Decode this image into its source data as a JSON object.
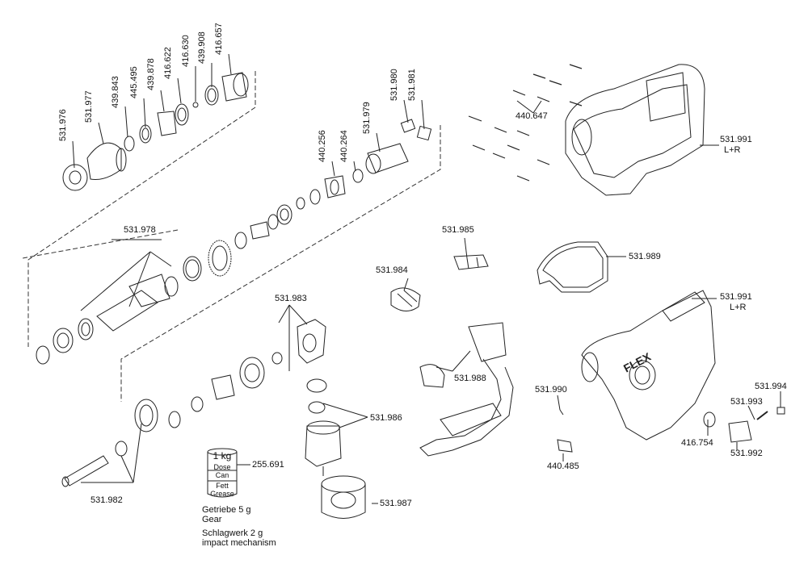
{
  "parts": {
    "p531976": "531.976",
    "p531977": "531.977",
    "p439843": "439.843",
    "p445495": "445.495",
    "p439878": "439.878",
    "p416622": "416.622",
    "p416630": "416.630",
    "p439908": "439.908",
    "p416657": "416.657",
    "p440256": "440.256",
    "p440264": "440.264",
    "p531979": "531.979",
    "p531980": "531.980",
    "p531981": "531.981",
    "p440647": "440.647",
    "p531991a": "531.991",
    "lr_a": "L+R",
    "p531978": "531.978",
    "p531985": "531.985",
    "p531989": "531.989",
    "p531984": "531.984",
    "p531991b": "531.991",
    "lr_b": "L+R",
    "p531983": "531.983",
    "p531988": "531.988",
    "p531990": "531.990",
    "p531994": "531.994",
    "p531993": "531.993",
    "p531986": "531.986",
    "p416754": "416.754",
    "p531992": "531.992",
    "p440485": "440.485",
    "p255691": "255.691",
    "p531982": "531.982",
    "p531987": "531.987"
  },
  "grease_can": {
    "qty": "1 kg",
    "line1": "Dose",
    "line2": "Can",
    "line3": "Fett",
    "line4": "Grease"
  },
  "notes": {
    "gear_de": "Getriebe  5 g",
    "gear_en": "Gear",
    "impact_de": "Schlagwerk  2 g",
    "impact_en": "impact mechanism"
  },
  "brand": "FLEX"
}
